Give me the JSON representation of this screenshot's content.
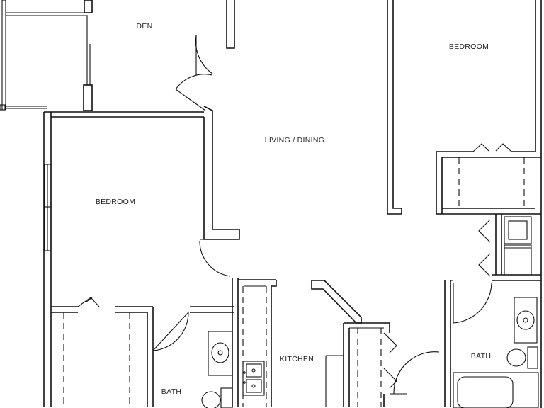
{
  "plan": {
    "rooms": {
      "den": "DEN",
      "living_dining": "LIVING / DINING",
      "bedroom_right": "BEDROOM",
      "bedroom_left": "BEDROOM",
      "kitchen": "KITCHEN",
      "bath_left": "BATH",
      "bath_right": "BATH"
    }
  }
}
